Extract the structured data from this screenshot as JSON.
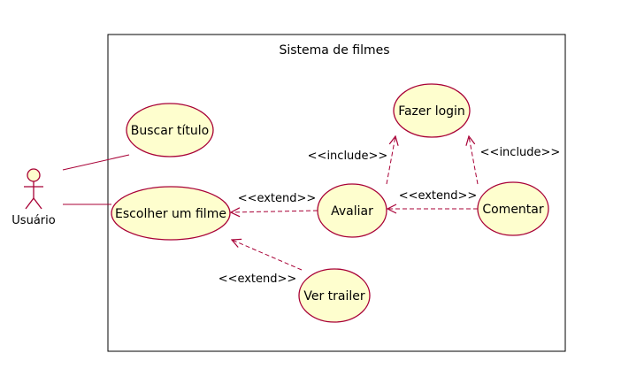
{
  "system": {
    "title": "Sistema de filmes"
  },
  "actor": {
    "name": "Usuário"
  },
  "use_cases": {
    "buscar": "Buscar título",
    "escolher": "Escolher um filme",
    "login": "Fazer login",
    "avaliar": "Avaliar",
    "comentar": "Comentar",
    "trailer": "Ver trailer"
  },
  "relations": {
    "include_avaliar_login": "<<include>>",
    "include_comentar_login": "<<include>>",
    "extend_avaliar_escolher": "<<extend>>",
    "extend_comentar_avaliar": "<<extend>>",
    "extend_trailer_escolher": "<<extend>>"
  },
  "colors": {
    "usecase_fill": "#fefece",
    "line": "#a80036",
    "border": "#000000"
  }
}
